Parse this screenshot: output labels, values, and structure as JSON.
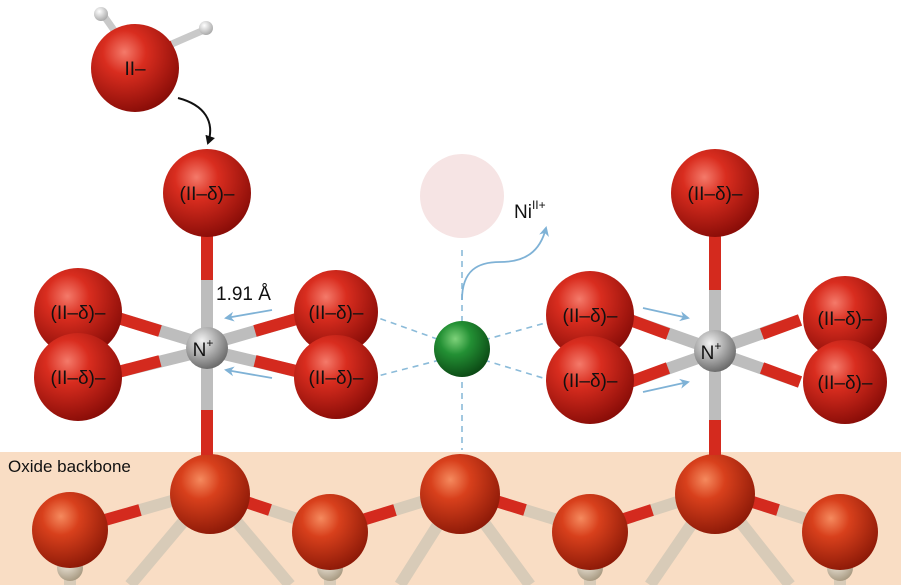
{
  "water_label": "II–",
  "top_oxygen_label": "(II–δ)–",
  "oxygen_label": "(II–δ)–",
  "metal_label_base": "N",
  "metal_label_sup": "+",
  "ni_label_base": "Ni",
  "ni_label_sup": "II+",
  "bond_length": "1.91 Å",
  "backbone_label": "Oxide backbone",
  "colors": {
    "oxygen": "#d42a1e",
    "metal": "#a8a8a8",
    "nickel": "#1e7a2a",
    "backbone_bg": "#f9ddc4",
    "dashed": "#8bbbd9",
    "arrow": "#7fb2d6",
    "vacancy": "#f6e4e4"
  }
}
